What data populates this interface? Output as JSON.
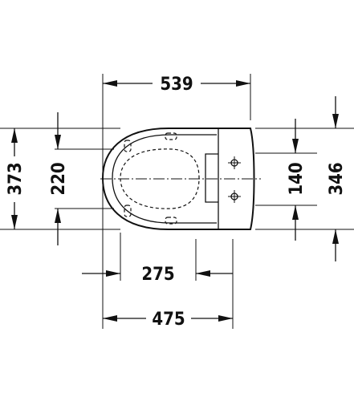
{
  "dimensions": {
    "top_width": "539",
    "left_height": "373",
    "inner_height": "220",
    "hinge_height": "140",
    "right_height": "346",
    "mid_width": "275",
    "bottom_width": "475"
  },
  "colors": {
    "ink": "#111111",
    "background": "#ffffff"
  }
}
